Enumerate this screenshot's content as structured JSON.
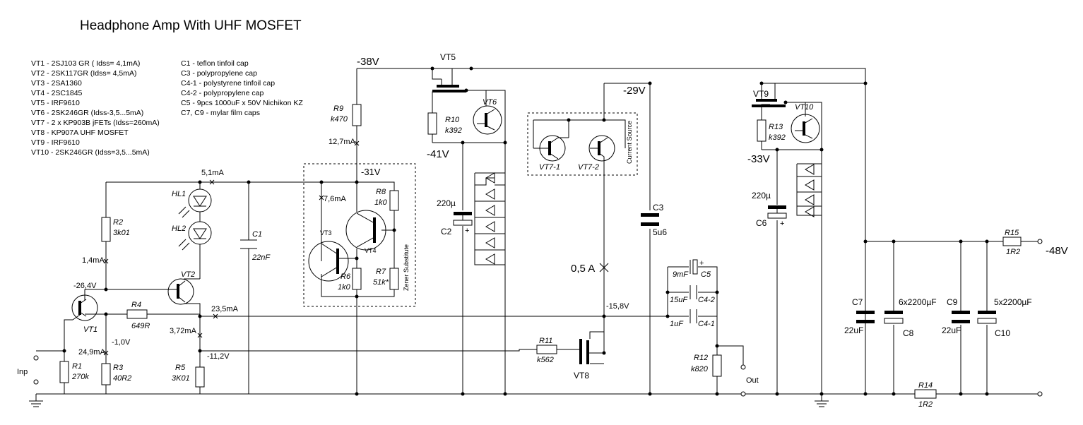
{
  "title": "Headphone Amp With UHF MOSFET",
  "legend_left": [
    "VT1 - 2SJ103 GR ( Idss= 4,1mA)",
    "VT2 - 2SK117GR (Idss= 4,5mA)",
    "VT3 -   2SA1360",
    "VT4 -   2SC1845",
    "VT5 -    IRF9610",
    "VT6 -    2SK246GR (Idss-3,5...5mA)",
    "VT7 -    2 x KP903B jFETs (Idss=260mA)",
    "VT8 -    KP907A  UHF MOSFET",
    "VT9 -    IRF9610",
    "VT10 -    2SK246GR (Idss=3,5...5mA)"
  ],
  "legend_right": [
    "C1 -    teflon tinfoil cap",
    "C3 -    polypropylene cap",
    "C4-1 -    polystyrene tinfoil cap",
    "C4-2 -    polypropylene cap",
    "C5 -    9pcs 1000uF x 50V Nichikon KZ",
    "C7, C9 -    mylar film caps"
  ],
  "voltages": {
    "v_m38": "-38V",
    "v_m41": "-41V",
    "v_m31": "-31V",
    "v_m29": "-29V",
    "v_m33": "-33V",
    "v_m48": "-48V",
    "v_m26": "-26,4V",
    "v_m1": "-1,0V",
    "v_m11": "-11,2V",
    "v_m15": "-15,8V"
  },
  "currents": {
    "i_5_1": "5,1mA",
    "i_1_4": "1,4mA",
    "i_24_9": "24,9mA",
    "i_23_5": "23,5mA",
    "i_3_72": "3,72mA",
    "i_12_7": "12,7mA",
    "i_7_6": "7,6mA",
    "i_0_5": "0,5 A"
  },
  "components": {
    "r1": "R1",
    "r1_val": "270k",
    "r2": "R2",
    "r2_val": "3k01",
    "r3": "R3",
    "r3_val": "40R2",
    "r4": "R4",
    "r4_val": "649R",
    "r5": "R5",
    "r5_val": "3K01",
    "r6": "R6",
    "r6_val": "1k0",
    "r7": "R7",
    "r7_val": "51k*",
    "r8": "R8",
    "r8_val": "1k0",
    "r9": "R9",
    "r9_val": "k470",
    "r10": "R10",
    "r10_val": "k392",
    "r11": "R11",
    "r11_val": "k562",
    "r12": "R12",
    "r12_val": "k820",
    "r13": "R13",
    "r13_val": "k392",
    "r14": "R14",
    "r14_val": "1R2",
    "r15": "R15",
    "r15_val": "1R2",
    "c1": "C1",
    "c1_val": "22nF",
    "c2": "C2",
    "c2_val": "220µ",
    "c3": "C3",
    "c3_val": "5u6",
    "c4_1": "C4-1",
    "c4_1_val": "1uF",
    "c4_2": "C4-2",
    "c4_2_val": "15uF",
    "c5": "C5",
    "c5_val": "9mF",
    "c6": "C6",
    "c6_val": "220µ",
    "c7": "C7",
    "c7_val": "22uF",
    "c8": "C8",
    "c8_val": "6x2200µF",
    "c9": "C9",
    "c9_val": "22uF",
    "c10": "C10",
    "c10_val": "5x2200µF",
    "vt1": "VT1",
    "vt2": "VT2",
    "vt3": "VT3",
    "vt4": "VT4",
    "vt5": "VT5",
    "vt6": "VT6",
    "vt7_1": "VT7-1",
    "vt7_2": "VT7-2",
    "vt8": "VT8",
    "vt9": "VT9",
    "vt10": "VT10",
    "hl1": "HL1",
    "hl2": "HL2"
  },
  "labels": {
    "inp": "Inp",
    "out": "Out",
    "plus": "+",
    "current_source": "Current Source",
    "zener_substitute": "Zener Substitute"
  }
}
